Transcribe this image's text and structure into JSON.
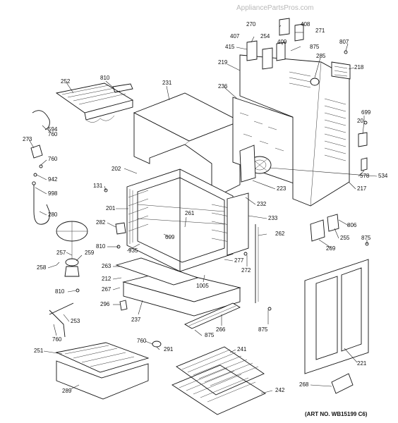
{
  "watermark": "AppliancePartsPros.com",
  "art_number": "(ART NO. WB15199 C6)",
  "callouts": [
    {
      "id": "c270",
      "text": "270"
    },
    {
      "id": "c408",
      "text": "408"
    },
    {
      "id": "c271",
      "text": "271"
    },
    {
      "id": "c407",
      "text": "407"
    },
    {
      "id": "c254",
      "text": "254"
    },
    {
      "id": "c415",
      "text": "415"
    },
    {
      "id": "c409",
      "text": "409"
    },
    {
      "id": "c875a",
      "text": "875"
    },
    {
      "id": "c807",
      "text": "807"
    },
    {
      "id": "c219",
      "text": "219"
    },
    {
      "id": "c285",
      "text": "285"
    },
    {
      "id": "c218",
      "text": "218"
    },
    {
      "id": "c252",
      "text": "252"
    },
    {
      "id": "c810a",
      "text": "810"
    },
    {
      "id": "c231",
      "text": "231"
    },
    {
      "id": "c236",
      "text": "236"
    },
    {
      "id": "c699",
      "text": "699"
    },
    {
      "id": "c20",
      "text": "20"
    },
    {
      "id": "c594",
      "text": "594"
    },
    {
      "id": "c760a",
      "text": "760"
    },
    {
      "id": "c273",
      "text": "273"
    },
    {
      "id": "c760b",
      "text": "760"
    },
    {
      "id": "c942",
      "text": "942"
    },
    {
      "id": "c998",
      "text": "998"
    },
    {
      "id": "c202",
      "text": "202"
    },
    {
      "id": "c534",
      "text": "534"
    },
    {
      "id": "c578",
      "text": "578"
    },
    {
      "id": "c223",
      "text": "223"
    },
    {
      "id": "c217",
      "text": "217"
    },
    {
      "id": "c131",
      "text": "131"
    },
    {
      "id": "c232",
      "text": "232"
    },
    {
      "id": "c201",
      "text": "201"
    },
    {
      "id": "c261",
      "text": "261"
    },
    {
      "id": "c280",
      "text": "280"
    },
    {
      "id": "c233",
      "text": "233"
    },
    {
      "id": "c806",
      "text": "806"
    },
    {
      "id": "c282",
      "text": "282"
    },
    {
      "id": "c262",
      "text": "262"
    },
    {
      "id": "c255",
      "text": "255"
    },
    {
      "id": "c609",
      "text": "609"
    },
    {
      "id": "c875b",
      "text": "875"
    },
    {
      "id": "c810b",
      "text": "810"
    },
    {
      "id": "c269",
      "text": "269"
    },
    {
      "id": "c257",
      "text": "257"
    },
    {
      "id": "c259",
      "text": "259"
    },
    {
      "id": "c935",
      "text": "935"
    },
    {
      "id": "c277",
      "text": "277"
    },
    {
      "id": "c258",
      "text": "258"
    },
    {
      "id": "c263",
      "text": "263"
    },
    {
      "id": "c272",
      "text": "272"
    },
    {
      "id": "c212",
      "text": "212"
    },
    {
      "id": "c1005",
      "text": "1005"
    },
    {
      "id": "c810c",
      "text": "810"
    },
    {
      "id": "c267",
      "text": "267"
    },
    {
      "id": "c296",
      "text": "296"
    },
    {
      "id": "c237",
      "text": "237"
    },
    {
      "id": "c253",
      "text": "253"
    },
    {
      "id": "c875c",
      "text": "875"
    },
    {
      "id": "c266",
      "text": "266"
    },
    {
      "id": "c760c",
      "text": "760"
    },
    {
      "id": "c875d",
      "text": "875"
    },
    {
      "id": "c760d",
      "text": "760"
    },
    {
      "id": "c221",
      "text": "221"
    },
    {
      "id": "c291",
      "text": "291"
    },
    {
      "id": "c241",
      "text": "241"
    },
    {
      "id": "c251",
      "text": "251"
    },
    {
      "id": "c268",
      "text": "268"
    },
    {
      "id": "c289",
      "text": "289"
    },
    {
      "id": "c242",
      "text": "242"
    }
  ]
}
